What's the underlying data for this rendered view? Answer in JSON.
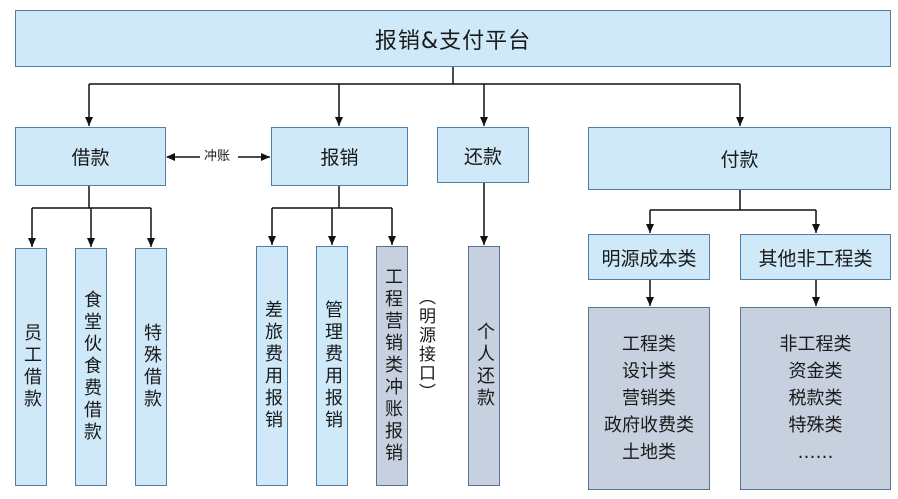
{
  "diagram": {
    "root": "报销&支付平台",
    "branches": {
      "loan": "借款",
      "reimburse": "报销",
      "repay": "还款",
      "payment": "付款"
    },
    "link_label": "冲账",
    "loan_children": [
      "员工借款",
      "食堂伙食费借款",
      "特殊借款"
    ],
    "reimburse_children": [
      "差旅费用报销",
      "管理费用报销",
      "工程营销类冲账报销"
    ],
    "reimburse_note": "（明源接口）",
    "repay_children": [
      "个人还款"
    ],
    "payment_groups": [
      "明源成本类",
      "其他非工程类"
    ],
    "payment_group_1_items": [
      "工程类",
      "设计类",
      "营销类",
      "政府收费类",
      "土地类"
    ],
    "payment_group_2_items": [
      "非工程类",
      "资金类",
      "税款类",
      "特殊类",
      "……"
    ]
  }
}
